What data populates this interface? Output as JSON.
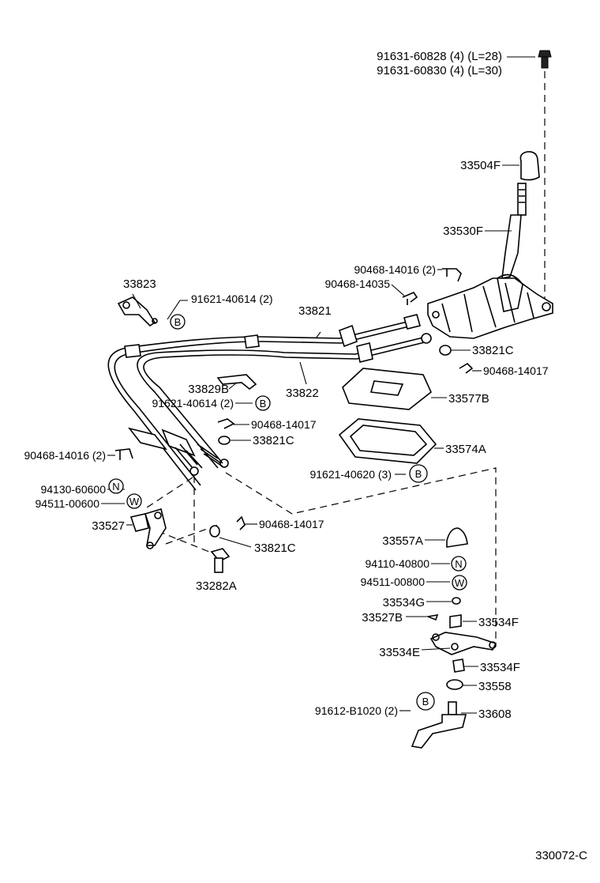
{
  "diagram": {
    "labels": [
      {
        "id": "l01",
        "text": "91631-60828 (4) (L=28)"
      },
      {
        "id": "l02",
        "text": "91631-60830 (4) (L=30)"
      },
      {
        "id": "l03",
        "text": "33504F"
      },
      {
        "id": "l04",
        "text": "33530F"
      },
      {
        "id": "l05",
        "text": "90468-14016 (2)"
      },
      {
        "id": "l06",
        "text": "90468-14035"
      },
      {
        "id": "l07",
        "text": "33823"
      },
      {
        "id": "l08",
        "text": "91621-40614 (2)"
      },
      {
        "id": "l09",
        "text": "33821"
      },
      {
        "id": "l10",
        "text": "33821C"
      },
      {
        "id": "l11",
        "text": "90468-14017"
      },
      {
        "id": "l12",
        "text": "33829B"
      },
      {
        "id": "l13",
        "text": "33822"
      },
      {
        "id": "l14",
        "text": "33577B"
      },
      {
        "id": "l15",
        "text": "91621-40614 (2)"
      },
      {
        "id": "l16",
        "text": "90468-14017"
      },
      {
        "id": "l17",
        "text": "33821C"
      },
      {
        "id": "l18",
        "text": "90468-14016 (2)"
      },
      {
        "id": "l19",
        "text": "33574A"
      },
      {
        "id": "l20",
        "text": "91621-40620 (3)"
      },
      {
        "id": "l21",
        "text": "94130-60600"
      },
      {
        "id": "l22",
        "text": "94511-00600"
      },
      {
        "id": "l23",
        "text": "33527"
      },
      {
        "id": "l24",
        "text": "90468-14017"
      },
      {
        "id": "l25",
        "text": "33821C"
      },
      {
        "id": "l26",
        "text": "33557A"
      },
      {
        "id": "l27",
        "text": "33282A"
      },
      {
        "id": "l28",
        "text": "94110-40800"
      },
      {
        "id": "l29",
        "text": "94511-00800"
      },
      {
        "id": "l30",
        "text": "33534G"
      },
      {
        "id": "l31",
        "text": "33527B"
      },
      {
        "id": "l32",
        "text": "33534F"
      },
      {
        "id": "l33",
        "text": "33534E"
      },
      {
        "id": "l34",
        "text": "33534F"
      },
      {
        "id": "l35",
        "text": "33558"
      },
      {
        "id": "l36",
        "text": "91612-B1020 (2)"
      },
      {
        "id": "l37",
        "text": "33608"
      }
    ],
    "symbols": {
      "b": "B",
      "n": "N",
      "w": "W"
    },
    "figure_code": "330072-C"
  }
}
